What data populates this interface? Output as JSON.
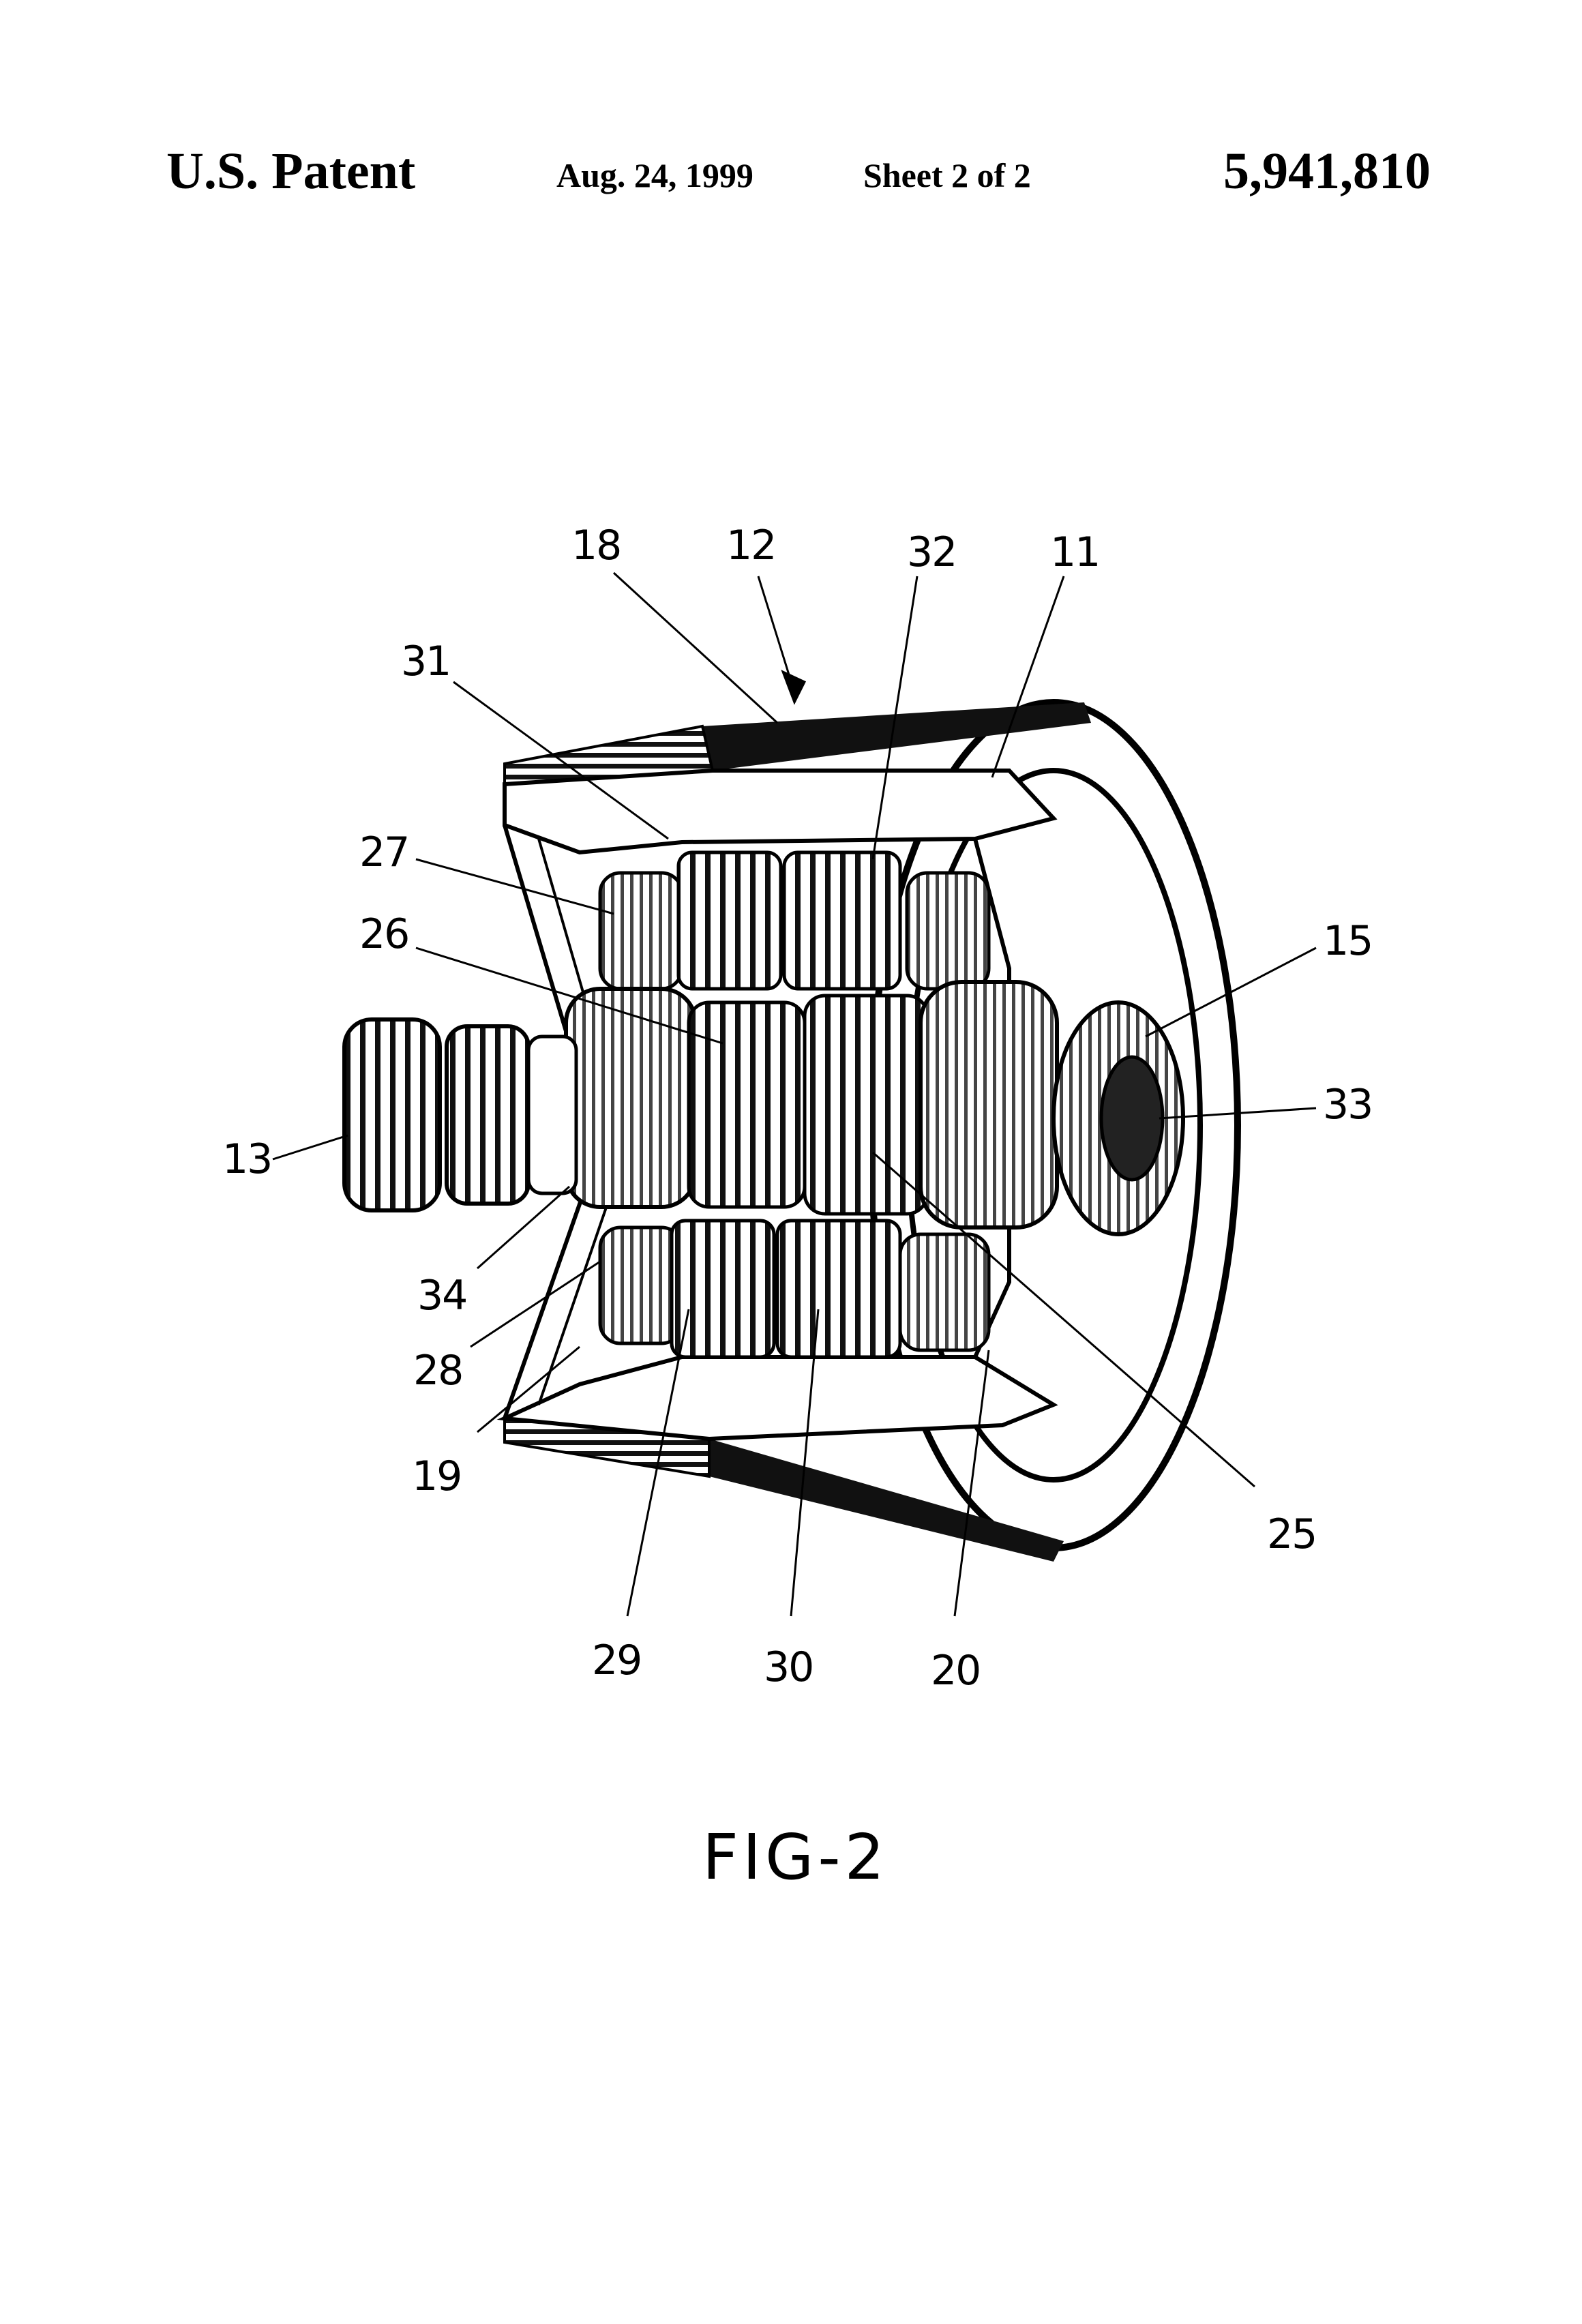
{
  "header": {
    "left": "U.S. Patent",
    "date": "Aug. 24, 1999",
    "sheet": "Sheet 2 of 2",
    "patent_number": "5,941,810"
  },
  "figure": {
    "caption": "FIG-2",
    "reference_numerals": [
      "18",
      "12",
      "32",
      "11",
      "31",
      "27",
      "26",
      "15",
      "33",
      "13",
      "34",
      "28",
      "19",
      "25",
      "29",
      "30",
      "20"
    ]
  }
}
